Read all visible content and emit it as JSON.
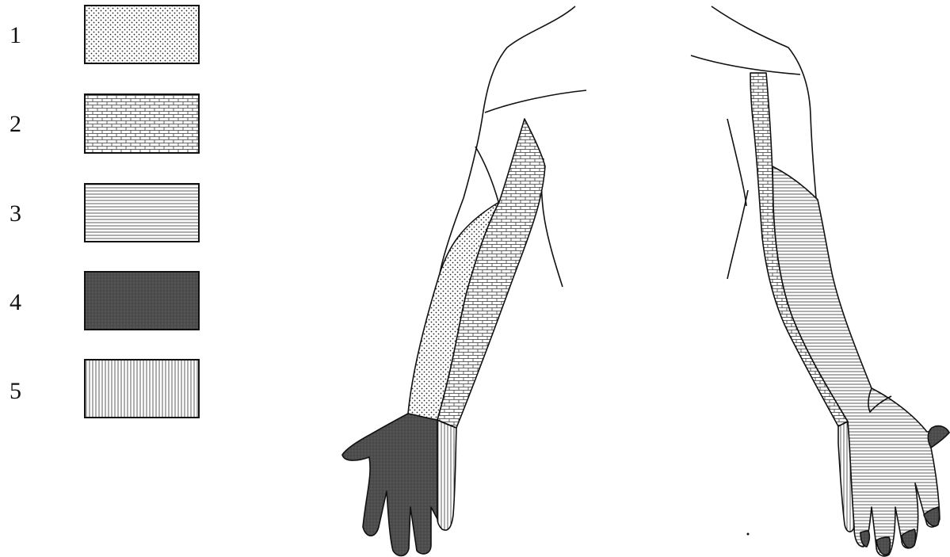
{
  "legend": {
    "items": [
      {
        "label": "1",
        "pattern": "dots"
      },
      {
        "label": "2",
        "pattern": "brick"
      },
      {
        "label": "3",
        "pattern": "horizontal-lines"
      },
      {
        "label": "4",
        "pattern": "dark-fill"
      },
      {
        "label": "5",
        "pattern": "vertical-lines"
      }
    ]
  },
  "colors": {
    "line": "#111111",
    "dark": "#4a4a4a"
  }
}
